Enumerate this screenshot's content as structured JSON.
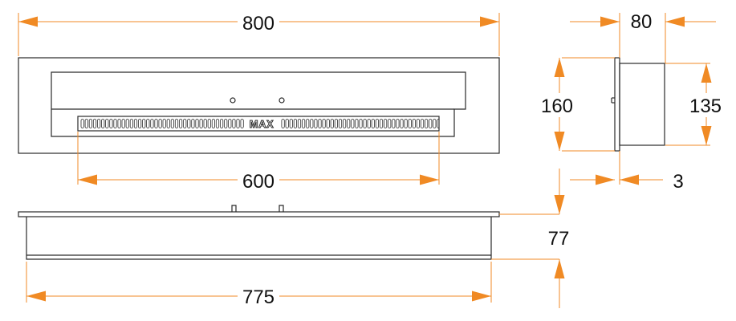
{
  "colors": {
    "accent": "#F08A24",
    "outline": "#2a2a2a"
  },
  "dimensions": {
    "width_overall": "800",
    "depth": "80",
    "height_front": "160",
    "height_body": "135",
    "slot_length": "600",
    "flange": "3",
    "body_height": "77",
    "body_length": "775"
  },
  "fuel_slot": {
    "label": "MAX"
  }
}
